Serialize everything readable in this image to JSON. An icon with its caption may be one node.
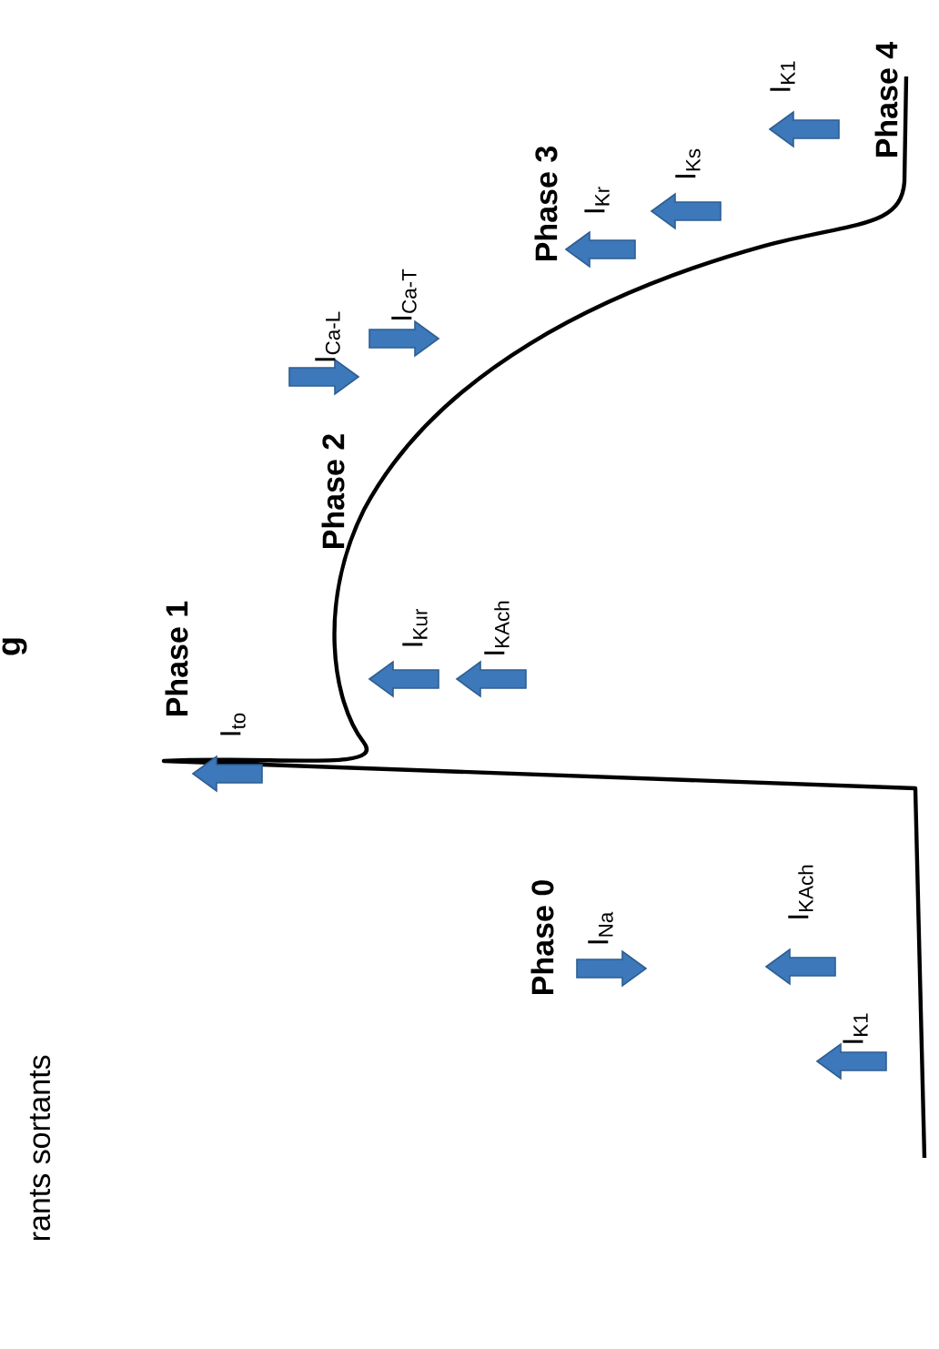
{
  "diagram": {
    "labels": [
      "rants sortants",
      "g",
      "Phase 0",
      "Phase 1",
      "Phase 2",
      "Phase 3",
      "Phase 4",
      "I$_{to}$",
      "I$_{Kur}$",
      "I$_{KAch}$",
      "I$_{Ca-L}$",
      "I$_{Ca-T}$",
      "I$_{Kr}$",
      "I$_{Ks}$",
      "I$_{K1}$",
      "I$_{Na}$",
      "I$_{KAch}$",
      "I$_{K1}$"
    ]
  }
}
